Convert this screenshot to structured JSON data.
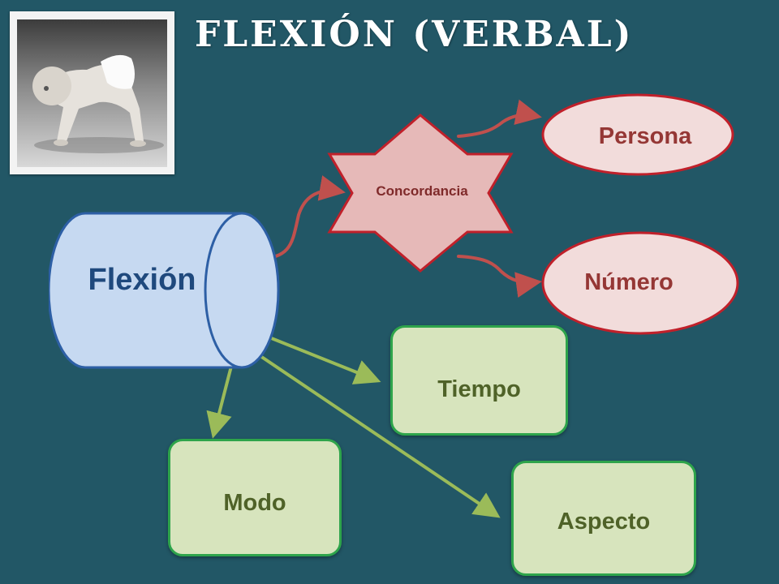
{
  "slide": {
    "title": "FLEXIÓN (VERBAL)",
    "background_color": "#225766"
  },
  "photo": {
    "description_icon": "baby-crawling-photo-icon"
  },
  "diagram": {
    "center": {
      "label": "Flexión",
      "shape": "cylinder",
      "fill": "#c6d9f1",
      "text_color": "#1f497d"
    },
    "concordancia": {
      "label": "Concordancia",
      "shape": "star-6",
      "fill": "#e6b9b8",
      "stroke": "#c0202a",
      "text_color": "#7f2a2a"
    },
    "agreement_targets": [
      {
        "label": "Persona",
        "fill": "#f2dcdb",
        "stroke": "#c0202a",
        "text_color": "#953735"
      },
      {
        "label": "Número",
        "fill": "#f2dcdb",
        "stroke": "#c0202a",
        "text_color": "#953735"
      }
    ],
    "categories": [
      {
        "label": "Tiempo"
      },
      {
        "label": "Modo"
      },
      {
        "label": "Aspecto"
      }
    ],
    "colors": {
      "red_arrow": "#c0504d",
      "green_arrow": "#9bbb59",
      "green_box_fill": "#d7e4bd",
      "green_box_stroke": "#2ea44b",
      "green_box_text": "#4f6228"
    }
  }
}
